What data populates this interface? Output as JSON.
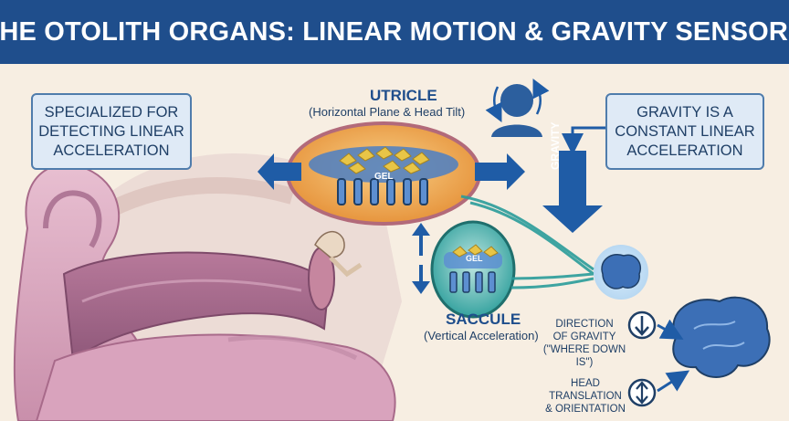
{
  "title": "THE OTOLITH ORGANS: LINEAR MOTION & GRAVITY SENSORS",
  "callouts": {
    "left": "SPECIALIZED FOR\nDETECTING LINEAR\nACCELERATION",
    "right": "GRAVITY IS A\nCONSTANT LINEAR\nACCELERATION"
  },
  "utricle": {
    "name": "UTRICLE",
    "description": "(Horizontal Plane & Head Tilt)",
    "gel_label": "GEL"
  },
  "saccule": {
    "name": "SACCULE",
    "description": "(Vertical Acceleration)",
    "gel_label": "GEL"
  },
  "gravity_arrow_label": "GRAVITY",
  "outputs": [
    {
      "text": "DIRECTION\nOF GRAVITY\n(\"WHERE DOWN IS\")",
      "icon": "down-arrow-circle-icon"
    },
    {
      "text": "HEAD\nTRANSLATION\n& ORIENTATION",
      "icon": "up-down-arrow-circle-icon"
    }
  ],
  "colors": {
    "title_bar": "#1f4e8c",
    "background": "#f7eee2",
    "arrow_blue": "#1f5ca6",
    "ear_pink": "#d9a9c0",
    "utricle_orange": "#f2a74a",
    "saccule_teal": "#2a9d9a",
    "otoconia_gold": "#e8c547"
  }
}
